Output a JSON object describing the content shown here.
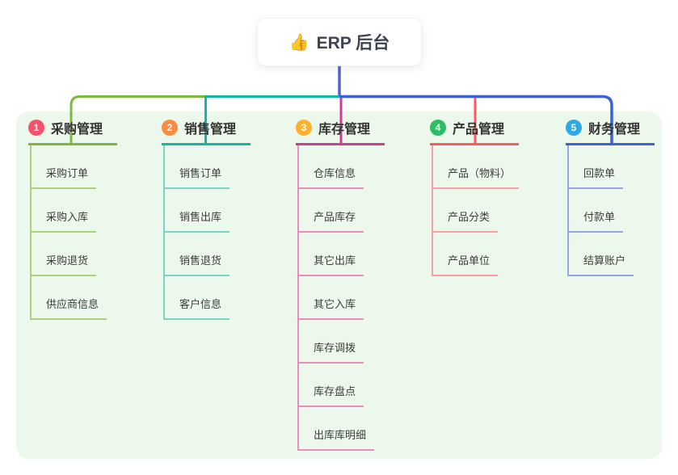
{
  "root": {
    "emoji": "👍",
    "label": "ERP 后台"
  },
  "branches": [
    {
      "badge": "1",
      "label": "采购管理",
      "badge_color": "#f4516c",
      "line_color": "#7cb93e",
      "sub_line_color": "#a9d37e",
      "children": [
        "采购订单",
        "采购入库",
        "采购退货",
        "供应商信息"
      ]
    },
    {
      "badge": "2",
      "label": "销售管理",
      "badge_color": "#fb8c41",
      "line_color": "#15b5a3",
      "sub_line_color": "#7bd2c6",
      "children": [
        "销售订单",
        "销售出库",
        "销售退货",
        "客户信息"
      ]
    },
    {
      "badge": "3",
      "label": "库存管理",
      "badge_color": "#ffb02e",
      "line_color": "#d23c8e",
      "sub_line_color": "#e98fc0",
      "children": [
        "仓库信息",
        "产品库存",
        "其它出库",
        "其它入库",
        "库存调拨",
        "库存盘点",
        "出库库明细"
      ]
    },
    {
      "badge": "4",
      "label": "产品管理",
      "badge_color": "#2dbd62",
      "line_color": "#fa5a60",
      "sub_line_color": "#f9a0a4",
      "children": [
        "产品（物料）",
        "产品分类",
        "产品单位"
      ]
    },
    {
      "badge": "5",
      "label": "财务管理",
      "badge_color": "#2fa9e4",
      "line_color": "#3c60d5",
      "sub_line_color": "#93a9e2",
      "children": [
        "回款单",
        "付款单",
        "结算账户"
      ]
    }
  ],
  "colors": {
    "root_connector": "#5362cd",
    "canvas_bg": "#edf8ec",
    "page_bg": "#ffffff"
  }
}
